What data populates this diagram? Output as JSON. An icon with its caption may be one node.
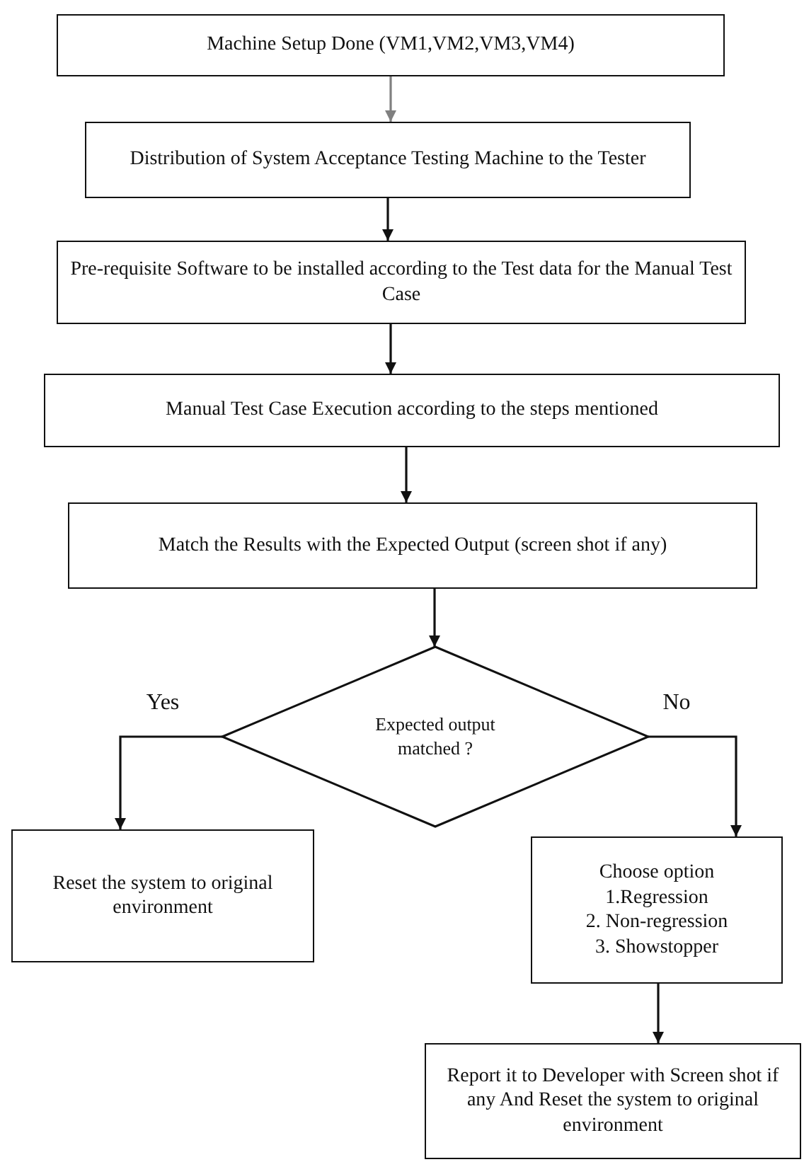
{
  "diagram": {
    "nodes": [
      {
        "text": [
          "Machine Setup Done (VM1,VM2,VM3,VM4)"
        ]
      },
      {
        "text": [
          "Distribution of System Acceptance Testing Machine to the Tester"
        ]
      },
      {
        "text": [
          "Pre-requisite Software to be installed according to the Test data for the Manual Test Case"
        ]
      },
      {
        "text": [
          "Manual Test Case Execution according to the steps mentioned"
        ]
      },
      {
        "text": [
          "Match the Results with the Expected Output (screen shot if any)"
        ]
      },
      {
        "text": [
          "Expected output matched ?"
        ]
      },
      {
        "text": [
          "Reset the system to original environment"
        ]
      },
      {
        "text": [
          "Choose option",
          "1.Regression",
          "2. Non-regression",
          "3. Showstopper"
        ]
      },
      {
        "text": [
          "Report it to Developer with Screen shot if any And Reset the system to original environment"
        ]
      }
    ],
    "edges": [
      {
        "from": 0,
        "to": 1,
        "arrow": "to",
        "color": "#808080"
      },
      {
        "from": 1,
        "to": 2,
        "arrow": "to"
      },
      {
        "from": 2,
        "to": 3,
        "arrow": "to"
      },
      {
        "from": 3,
        "to": 4,
        "arrow": "to"
      },
      {
        "from": 4,
        "to": 5,
        "arrow": "to"
      },
      {
        "from": 5,
        "to": 6,
        "arrow": "to",
        "label": "Yes"
      },
      {
        "from": 5,
        "to": 7,
        "arrow": "to",
        "label": "No"
      },
      {
        "from": 7,
        "to": 8,
        "arrow": "to"
      }
    ]
  }
}
